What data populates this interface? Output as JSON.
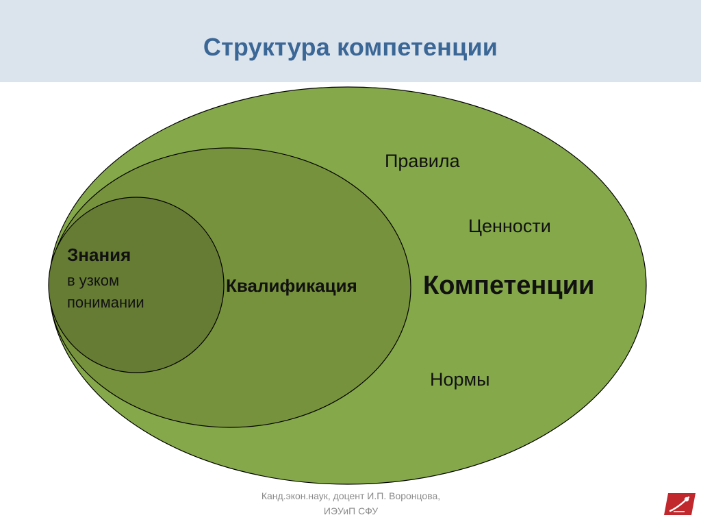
{
  "slide": {
    "title": "Структура компетенции",
    "footer_line1": "Канд.экон.наук, доцент И.П. Воронцова,",
    "footer_line2": "ИЭУиП  СФУ"
  },
  "diagram": {
    "outer": {
      "label": "Компетенции",
      "items": [
        "Правила",
        "Ценности",
        "Нормы"
      ],
      "fill": "#84a84a"
    },
    "middle": {
      "label": "Квалификация",
      "fill": "#77923c"
    },
    "inner": {
      "label": "Знания",
      "sublabel_line1": "в узком",
      "sublabel_line2": "понимании",
      "fill": "#667c35"
    }
  },
  "colors": {
    "title_band": "#dbe3ec",
    "title_text": "#3b6796",
    "logo": "#c0282d"
  }
}
